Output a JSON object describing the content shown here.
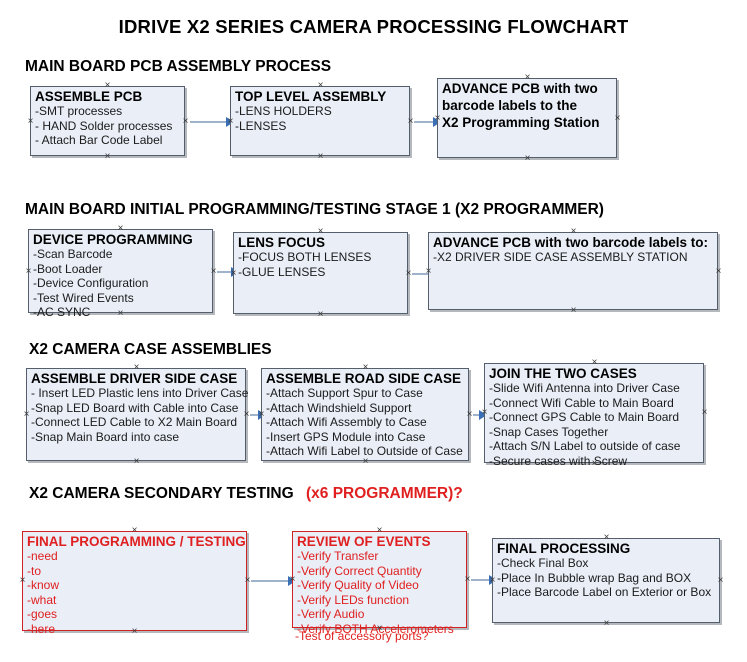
{
  "title": "IDRIVE X2  SERIES CAMERA PROCESSING FLOWCHART",
  "sections": [
    {
      "id": "s1",
      "label": "MAIN BOARD PCB ASSEMBLY PROCESS",
      "label_red": ""
    },
    {
      "id": "s2",
      "label": "MAIN BOARD INITIAL PROGRAMMING/TESTING STAGE 1 (X2 PROGRAMMER)",
      "label_red": ""
    },
    {
      "id": "s3",
      "label": "X2 CAMERA CASE ASSEMBLIES",
      "label_red": ""
    },
    {
      "id": "s4",
      "label": "X2 CAMERA SECONDARY TESTING",
      "label_red": "(x6 PROGRAMMER)?"
    }
  ],
  "boxes": {
    "assemble_pcb": {
      "title": "ASSEMBLE PCB",
      "lines": [
        "-SMT processes",
        "- HAND Solder processes",
        "- Attach Bar Code Label"
      ]
    },
    "top_level_assembly": {
      "title": "TOP LEVEL ASSEMBLY",
      "lines": [
        "-LENS HOLDERS",
        "-LENSES"
      ]
    },
    "advance_pcb_1": {
      "title": "ADVANCE PCB with two",
      "lines": [
        "barcode labels to the",
        " X2 Programming Station"
      ]
    },
    "device_programming": {
      "title": "DEVICE PROGRAMMING",
      "lines": [
        "-Scan Barcode",
        "-Boot Loader",
        "-Device Configuration",
        "-Test Wired Events",
        "-AC SYNC"
      ]
    },
    "lens_focus": {
      "title": "LENS FOCUS",
      "lines": [
        "-FOCUS BOTH LENSES",
        "-GLUE LENSES"
      ]
    },
    "advance_pcb_2": {
      "title": "ADVANCE PCB with two barcode labels to:",
      "lines": [
        "-X2 DRIVER  SIDE  CASE  ASSEMBLY STATION"
      ]
    },
    "driver_side_case": {
      "title": "ASSEMBLE DRIVER SIDE CASE",
      "lines": [
        "- Insert LED Plastic lens into Driver Case",
        "-Snap LED Board with Cable into Case",
        "-Connect LED Cable to X2 Main Board",
        "-Snap Main Board into case"
      ]
    },
    "road_side_case": {
      "title": "ASSEMBLE ROAD SIDE CASE",
      "lines": [
        "-Attach Support Spur to Case",
        "-Attach Windshield Support",
        "-Attach Wifi Assembly to Case",
        "-Insert GPS Module into Case",
        "-Attach Wifi Label to Outside of Case"
      ]
    },
    "join_two_cases": {
      "title": "JOIN THE TWO CASES",
      "lines": [
        "-Slide Wifi Antenna into Driver Case",
        "-Connect Wifi Cable to Main Board",
        "-Connect GPS Cable to Main Board",
        "-Snap Cases Together",
        "-Attach S/N Label to outside of case",
        "-Secure cases with Screw"
      ]
    },
    "final_programming": {
      "title": "FINAL PROGRAMMING / TESTING",
      "lines": [
        "-need",
        "-to",
        "-know",
        "-what",
        "-goes",
        "-here"
      ]
    },
    "review_of_events": {
      "title": "REVIEW OF EVENTS",
      "lines": [
        "-Verify Transfer",
        "-Verify Correct Quantity",
        "-Verify Quality of Video",
        "-Verify LEDs function",
        "-Verify Audio",
        "-Verify BOTH Accelerometers"
      ],
      "overflow_line": "-Test of accessory ports?"
    },
    "final_processing": {
      "title": "FINAL PROCESSING",
      "lines": [
        " -Check Final Box",
        "-Place In Bubble wrap Bag and BOX",
        "-Place Barcode Label on Exterior or Box"
      ]
    }
  },
  "colors": {
    "box_fill": "#e9eef7",
    "box_border": "#555f6b",
    "red_text": "#e02020",
    "red_border": "#cf2222",
    "connector": "#9fb4cc",
    "arrowhead": "#3b6fb5"
  }
}
